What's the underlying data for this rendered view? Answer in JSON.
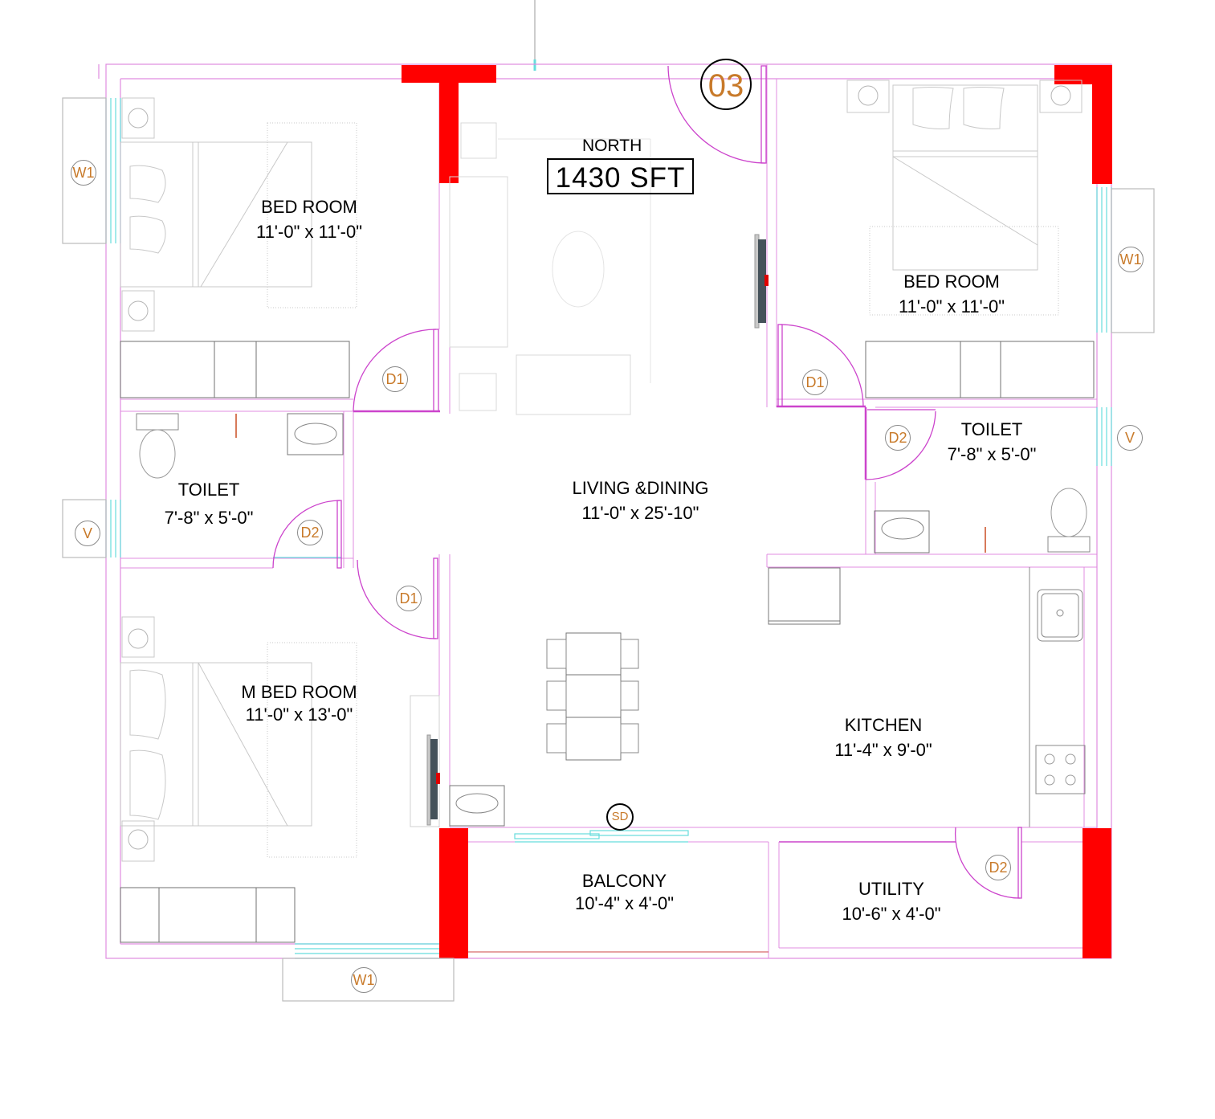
{
  "plan": {
    "orientation": "NORTH",
    "area_label": "1430  SFT",
    "unit_number": "03",
    "colors": {
      "column": "#ff0000",
      "wall_line": "#e08ce0",
      "door_swing": "#cc44cc",
      "window": "#66dddd",
      "furniture": "#9a9a9a",
      "tag_text": "#c87a2a"
    }
  },
  "rooms": {
    "bedroom_nw": {
      "name": "BED ROOM",
      "dim": "11'-0\" x 11'-0\""
    },
    "bedroom_ne": {
      "name": "BED ROOM",
      "dim": "11'-0\" x 11'-0\""
    },
    "toilet_w": {
      "name": "TOILET",
      "dim": "7'-8\" x 5'-0\""
    },
    "toilet_e": {
      "name": "TOILET",
      "dim": "7'-8\" x 5'-0\""
    },
    "living_dining": {
      "name": "LIVING &DINING",
      "dim": "11'-0\" x 25'-10\""
    },
    "master_bedroom": {
      "name": "M BED ROOM",
      "dim": "11'-0\" x 13'-0\""
    },
    "kitchen": {
      "name": "KITCHEN",
      "dim": "11'-4\" x 9'-0\""
    },
    "balcony": {
      "name": "BALCONY",
      "dim": "10'-4\" x 4'-0\""
    },
    "utility": {
      "name": "UTILITY",
      "dim": "10'-6\" x 4'-0\""
    }
  },
  "tags": {
    "w1_west": "W1",
    "w1_east": "W1",
    "w1_south": "W1",
    "v_west": "V",
    "v_east": "V",
    "d1_nw_bed": "D1",
    "d1_ne_bed": "D1",
    "d1_master": "D1",
    "d2_toilet_w": "D2",
    "d2_toilet_e": "D2",
    "d2_utility": "D2",
    "sd": "SD"
  }
}
